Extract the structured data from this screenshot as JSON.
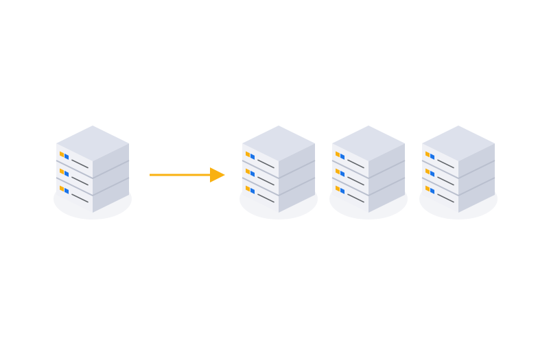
{
  "diagram": {
    "description_free": true,
    "source": {
      "icon": "server-stack-icon",
      "units": 3
    },
    "arrow": {
      "icon": "arrow-right-icon",
      "color": "#F9B111"
    },
    "targets": [
      {
        "icon": "server-stack-icon",
        "units": 3
      },
      {
        "icon": "server-stack-icon",
        "units": 3
      },
      {
        "icon": "server-stack-icon",
        "units": 3
      }
    ],
    "colors": {
      "background": "#FFFFFF",
      "top_face": "#DDE1EC",
      "left_face": "#F0F1F6",
      "right_face": "#CDD2DF",
      "seam": "#B9BFCE",
      "shadow": "#E9EBF0",
      "indicator_yellow": "#F9B111",
      "indicator_blue": "#1A73E8",
      "indicator_line": "#5F6368"
    }
  }
}
